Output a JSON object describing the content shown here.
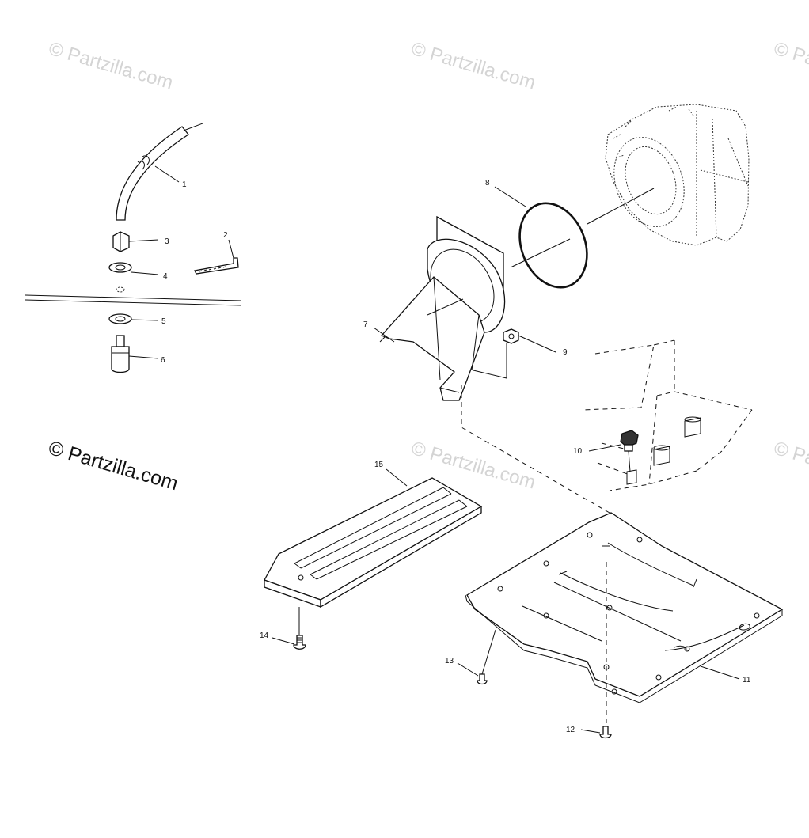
{
  "watermark": {
    "text": "© Partzilla.com"
  },
  "brand": {
    "text": "© Partzilla.com"
  },
  "callouts": [
    {
      "id": "1",
      "label": "1"
    },
    {
      "id": "2",
      "label": "2"
    },
    {
      "id": "3",
      "label": "3"
    },
    {
      "id": "4",
      "label": "4"
    },
    {
      "id": "5",
      "label": "5"
    },
    {
      "id": "6",
      "label": "6"
    },
    {
      "id": "7",
      "label": "7"
    },
    {
      "id": "8",
      "label": "8"
    },
    {
      "id": "9",
      "label": "9"
    },
    {
      "id": "10",
      "label": "10"
    },
    {
      "id": "11",
      "label": "11"
    },
    {
      "id": "12",
      "label": "12"
    },
    {
      "id": "13",
      "label": "13"
    },
    {
      "id": "14",
      "label": "14"
    },
    {
      "id": "15",
      "label": "15"
    }
  ],
  "colors": {
    "line": "#111111",
    "watermark": "#d4d4d4",
    "background": "#ffffff"
  }
}
